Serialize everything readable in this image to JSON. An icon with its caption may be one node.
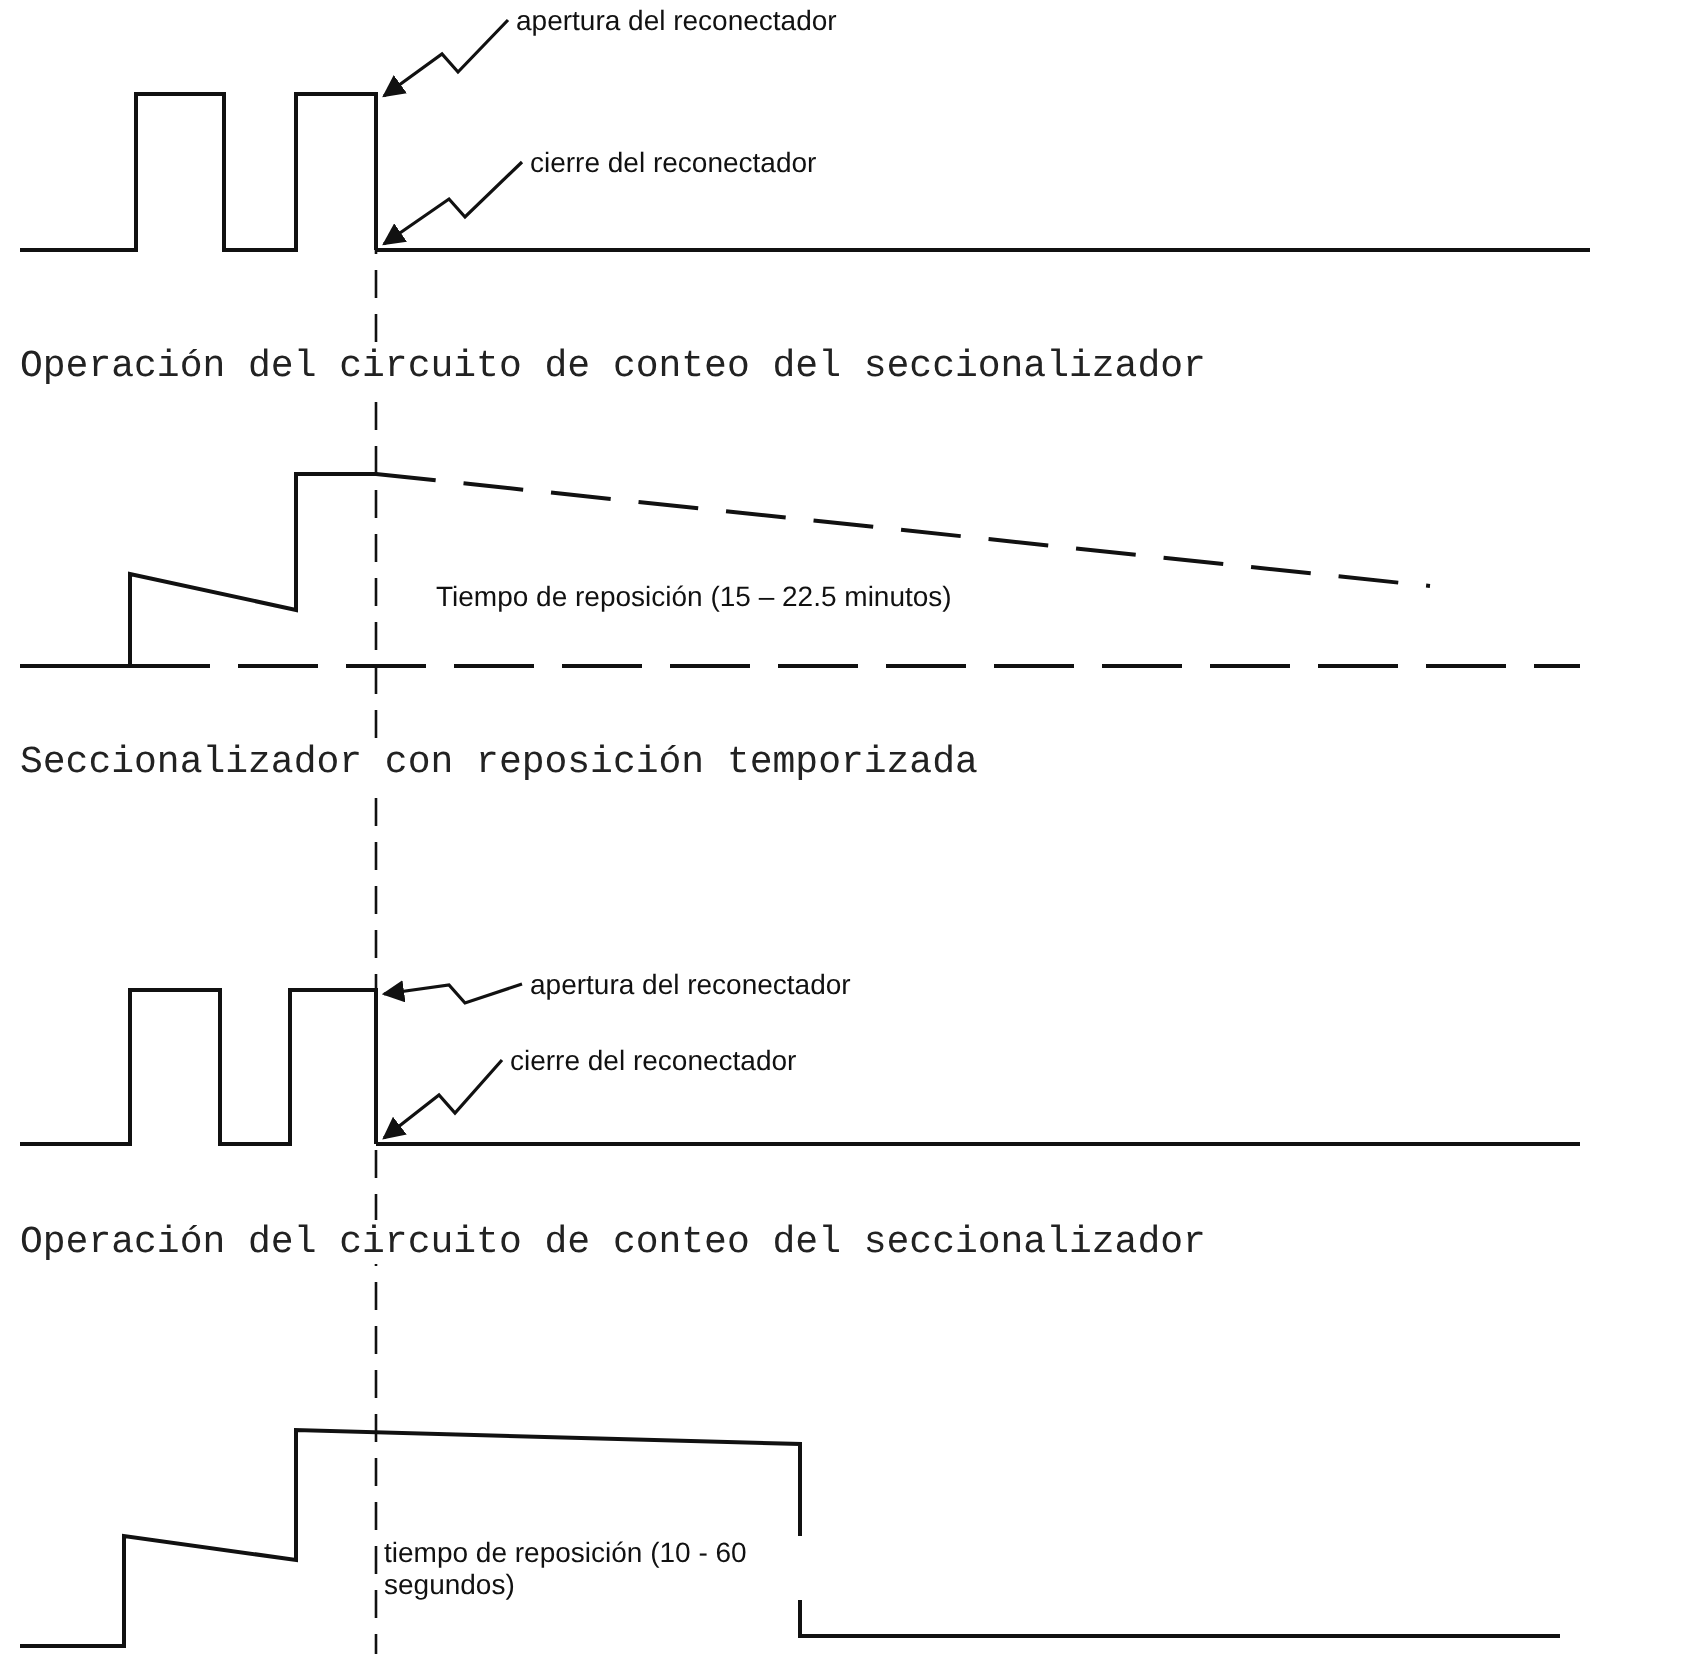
{
  "diagram": {
    "nodes": [
      {
        "text": [
          "apertura del reconectador"
        ]
      },
      {
        "text": [
          "cierre del reconectador"
        ]
      },
      {
        "text": [
          "apertura del reconectador"
        ]
      },
      {
        "text": [
          "cierre del reconectador"
        ]
      },
      {
        "text": [],
        "shape": "picture"
      },
      {
        "text": [],
        "shape": "picture"
      }
    ],
    "edges": [
      {
        "from": 0,
        "to": 4,
        "arrow": "to"
      },
      {
        "from": 1,
        "to": 4,
        "arrow": "to"
      },
      {
        "from": 2,
        "to": 5,
        "arrow": "to"
      },
      {
        "from": 3,
        "to": 5,
        "arrow": "to"
      }
    ],
    "labels": [
      "Operación del circuito de conteo del seccionalizador",
      "Tiempo de reposición (15 – 22.5 minutos)",
      "Seccionalizador con reposición temporizada",
      "Operación del circuito de conteo del seccionalizador",
      "tiempo de reposición (10 - 60 segundos)"
    ]
  }
}
